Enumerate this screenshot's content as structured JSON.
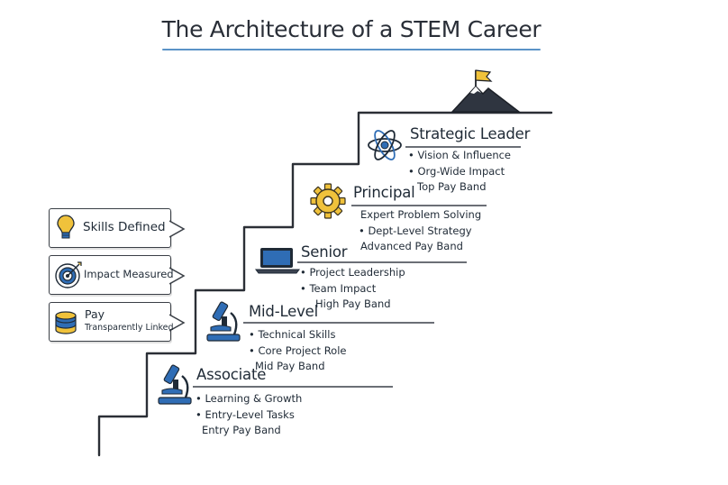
{
  "title": "The Architecture of a STEM Career",
  "callouts": [
    {
      "label": "Skills Defined",
      "icon": "lightbulb-icon"
    },
    {
      "label": "Impact Measured",
      "icon": "target-icon"
    },
    {
      "label_main": "Pay",
      "label_sub": "Transparently Linked",
      "icon": "coin-stack-icon"
    }
  ],
  "steps": [
    {
      "title": "Associate",
      "icon": "microscope-icon",
      "items": [
        "• Learning & Growth",
        "• Entry-Level Tasks",
        "Entry Pay Band"
      ]
    },
    {
      "title": "Mid-Level",
      "icon": "microscope-icon",
      "items": [
        "• Technical Skills",
        "• Core Project Role",
        "Mid Pay Band"
      ]
    },
    {
      "title": "Senior",
      "icon": "laptop-icon",
      "items": [
        "• Project Leadership",
        "• Team Impact",
        "High Pay Band"
      ]
    },
    {
      "title": "Principal",
      "icon": "gear-icon",
      "items": [
        "Expert Problem Solving",
        "• Dept-Level Strategy",
        "Advanced Pay Band"
      ]
    },
    {
      "title": "Strategic Leader",
      "icon": "atom-icon",
      "items": [
        "• Vision & Influence",
        "• Org-Wide Impact",
        "Top Pay Band"
      ]
    }
  ],
  "summit": {
    "icon": "mountain-flag-icon"
  },
  "colors": {
    "accent": "#2f6db5",
    "gold": "#f0c23b",
    "ink": "#1f2a36"
  }
}
